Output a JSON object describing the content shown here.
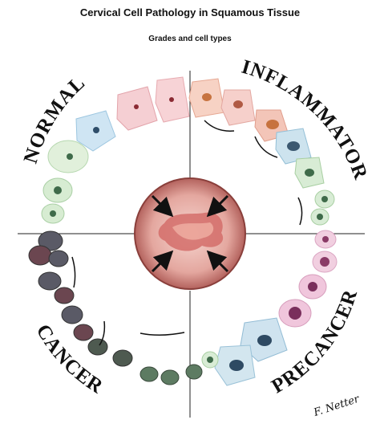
{
  "title": "Cervical Cell Pathology in Squamous Tissue",
  "subtitle": "Grades and cell types",
  "quadrants": {
    "normal": "NORMAL",
    "inflammatory": "INFLAMMATORY",
    "precancer": "PRECANCER",
    "cancer": "CANCER"
  },
  "signature": "F. Netter",
  "colors": {
    "normal_cells": "#bfe0f0",
    "inflammatory_cells": "#f4c7c3",
    "precancer_cells": "#e8b8d0",
    "cancer_cells": "#4a4a58",
    "center_tissue": "#c86a64"
  }
}
